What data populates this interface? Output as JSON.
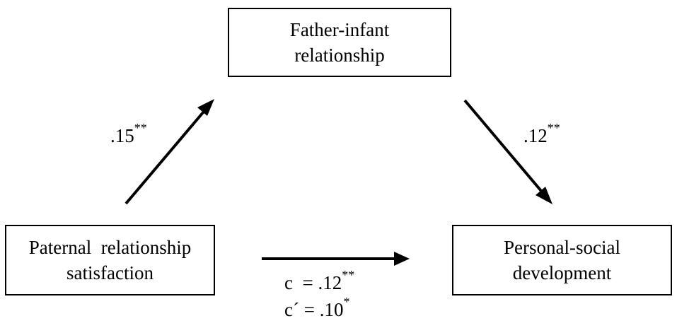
{
  "nodes": {
    "mediator": {
      "lines": [
        "Father-infant",
        "relationship"
      ]
    },
    "predictor": {
      "lines": [
        "Paternal  relationship",
        "satisfaction"
      ]
    },
    "outcome": {
      "lines": [
        "Personal-social",
        "development"
      ]
    }
  },
  "paths": {
    "a": {
      "value": ".15",
      "sig": "**"
    },
    "b": {
      "value": ".12",
      "sig": "**"
    },
    "c": {
      "prefix": "c  = ",
      "value": ".12",
      "sig": "**"
    },
    "c_prime": {
      "prefix": "c´ = ",
      "value": ".10",
      "sig": "*"
    }
  },
  "colors": {
    "stroke": "#000000",
    "background": "#ffffff"
  }
}
